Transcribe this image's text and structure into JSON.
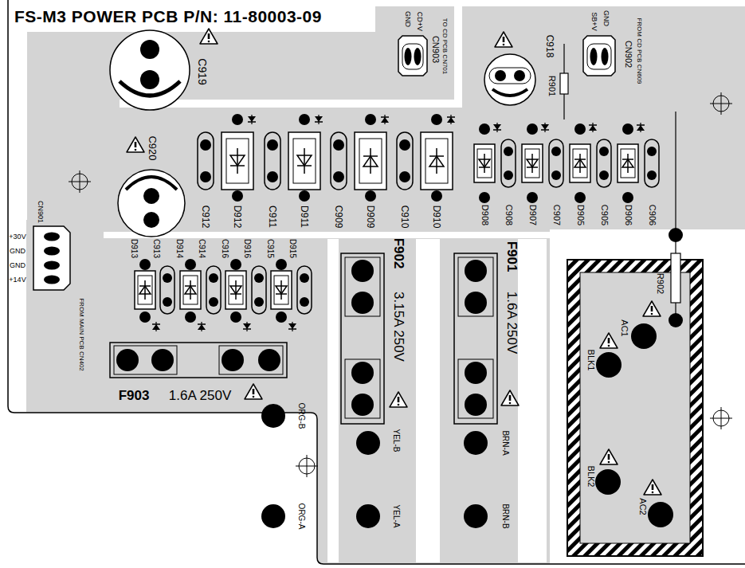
{
  "diagram": {
    "title": "FS-M3 POWER PCB P/N: 11-80003-09",
    "labels": [
      "GND",
      "CD+V",
      "CN903",
      "TO CD PCB CN701",
      "C918",
      "R901",
      "SB+V",
      "GND",
      "CN902",
      "FROM CD PCB CN609",
      "C919",
      "C920",
      "CN901",
      "+30V",
      "GND",
      "GND",
      "+14V",
      "FROM MAIN PCB CN402",
      "C912",
      "D912",
      "C911",
      "D911",
      "C909",
      "D909",
      "C910",
      "D910",
      "D908",
      "C908",
      "D907",
      "C907",
      "D905",
      "C905",
      "D906",
      "C906",
      "D913",
      "C913",
      "D914",
      "C914",
      "C916",
      "D916",
      "C915",
      "D915",
      "F902",
      "3.15A 250V",
      "F901",
      "1.6A 250V",
      "F903",
      "1.6A 250V",
      "ORG-B",
      "YEL-B",
      "BRN-A",
      "R902",
      "AC1",
      "BLK1",
      "BLK2",
      "AC2",
      "ORG-A",
      "YEL-A",
      "BRN-B"
    ]
  }
}
